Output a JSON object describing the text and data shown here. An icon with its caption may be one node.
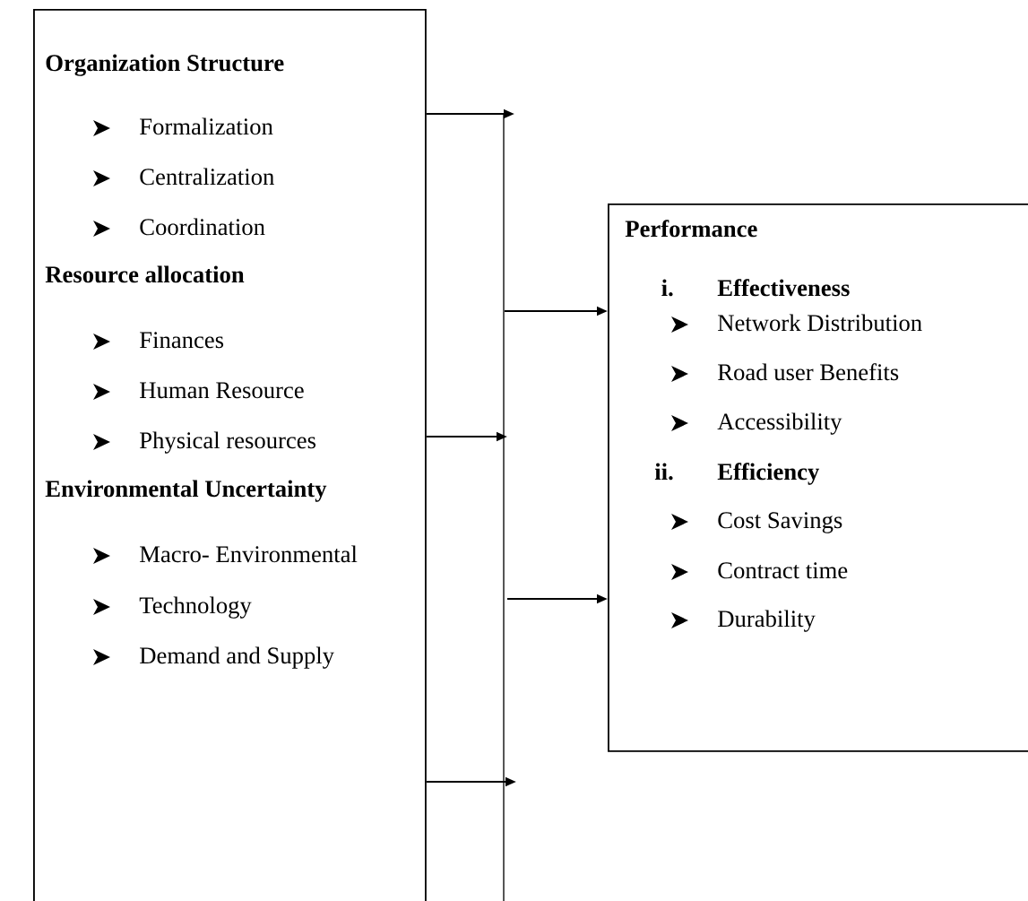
{
  "diagram": {
    "nodes": [
      {
        "text": [
          "Organization Structure",
          "Formalization",
          "Centralization",
          "Coordination",
          "Resource allocation",
          "Finances",
          "Human Resource",
          "Physical resources",
          "Environmental Uncertainty",
          "Macro- Environmental",
          "Technology",
          "Demand and Supply"
        ]
      },
      {
        "text": [
          "Performance",
          "i.",
          "Effectiveness",
          "Network Distribution",
          "Road user Benefits",
          "Accessibility",
          "ii.",
          "Efficiency",
          "Cost Savings",
          "Contract time",
          "Durability"
        ]
      }
    ],
    "edges": [
      {
        "from": 0,
        "to": 1,
        "arrow": "to"
      }
    ]
  }
}
